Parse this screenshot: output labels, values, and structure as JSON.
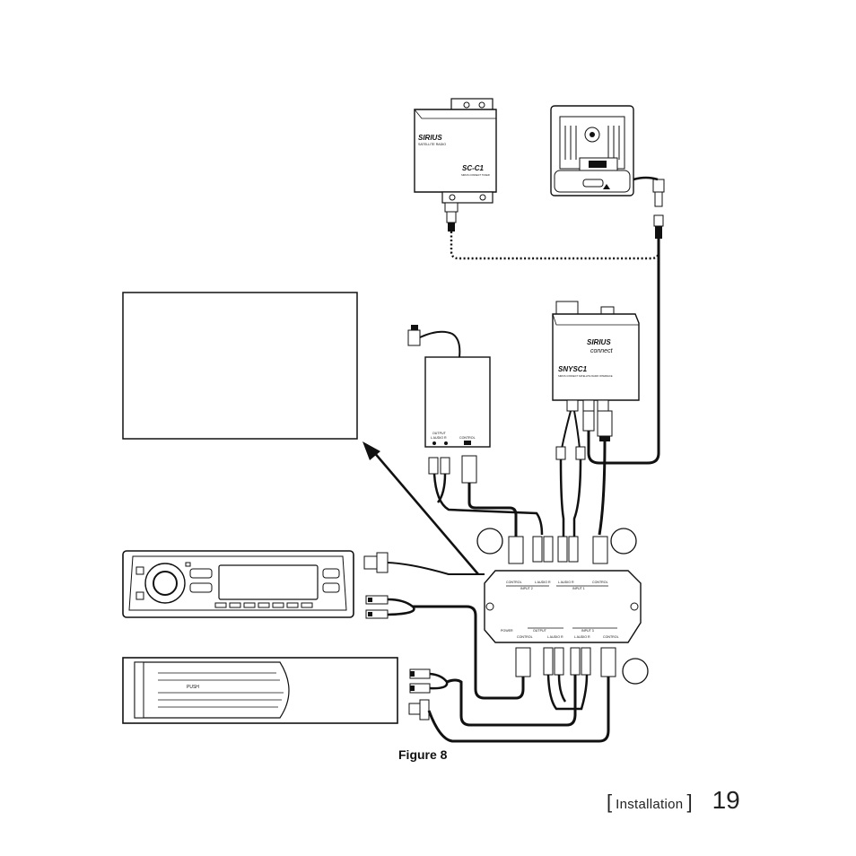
{
  "figure_caption": "Figure 8",
  "footer": {
    "bracket_open": "[",
    "section": "Installation",
    "bracket_close": "]",
    "page_number": "19"
  },
  "devices": {
    "sirius_module": {
      "brand": "SIRIUS",
      "sub": "SATELLITE RADIO",
      "model": "SC-C1",
      "tag": "SIRIUS CONNECT TUNER"
    },
    "sny_unit": {
      "brand": "SIRIUS",
      "sub": "connect",
      "model": "SNYSC1",
      "tag": "SIRIUS CONNECT SATELLITE RADIO INTERFACE"
    },
    "small_box": {
      "output_label": "OUTPUT",
      "audio_label": "L AUDIO R",
      "control_label": "CONTROL"
    },
    "selector": {
      "input2": "INPUT 2",
      "input1": "INPUT 1",
      "input3": "INPUT 3",
      "output": "OUTPUT",
      "power": "POWER",
      "control": "CONTROL",
      "audio": "L AUDIO R"
    },
    "changer": {
      "push": "PUSH"
    }
  }
}
